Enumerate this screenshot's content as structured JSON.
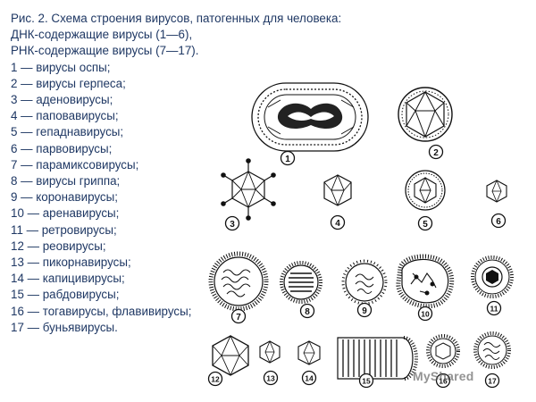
{
  "caption": {
    "title": "Рис. 2. Схема строения вирусов, патогенных для человека:",
    "dna_group": "ДНК-содержащие вирусы (1—6),",
    "rna_group": "РНК-содержащие вирусы (7—17)."
  },
  "legend": [
    "1 — вирусы оспы;",
    "2 — вирусы герпеса;",
    "3 — аденовирусы;",
    "4 — паповавирусы;",
    "5 — гепаднавирусы;",
    "6 — парвовирусы;",
    "7 — парамиксовирусы;",
    "8 — вирусы гриппа;",
    "9 — коронавирусы;",
    "10 — аренавирусы;",
    "11 — ретровирусы;",
    "12 — реовирусы;",
    "13 — пикорнавирусы;",
    "14 — капицивирусы;",
    "15 — рабдовирусы;",
    "16 — тогавирусы, флавивирусы;",
    "17 — буньявирусы."
  ],
  "figure_numbers": [
    "1",
    "2",
    "3",
    "4",
    "5",
    "6",
    "7",
    "8",
    "9",
    "10",
    "11",
    "12",
    "13",
    "14",
    "15",
    "16",
    "17"
  ],
  "watermark": "MyShared"
}
